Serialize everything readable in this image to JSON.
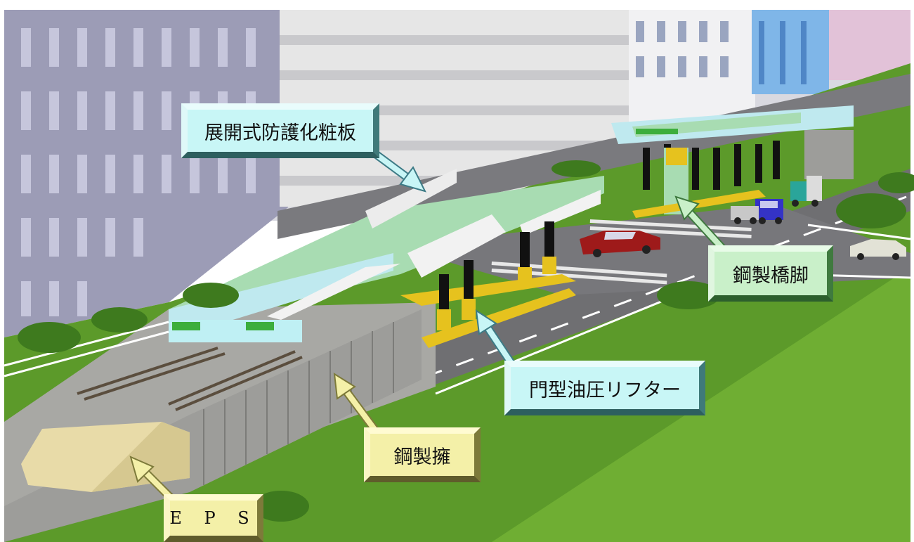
{
  "labels": {
    "protective_board": "展開式防護化粧板",
    "steel_pier": "鋼製橋脚",
    "hydraulic_lifter": "門型油圧リフター",
    "steel_retaining_wall": "鋼製擁",
    "eps": "E P S"
  },
  "colors": {
    "sky_building": "#9c9cb6",
    "grass": "#5c9a2a",
    "road": "#6f6f72",
    "deck_green": "#a8dcb2",
    "lifter_yellow": "#e6c21e",
    "callout_cyan": "#c8f6f6",
    "callout_green": "#c9f0c9",
    "callout_yellow": "#f4f0a8"
  }
}
